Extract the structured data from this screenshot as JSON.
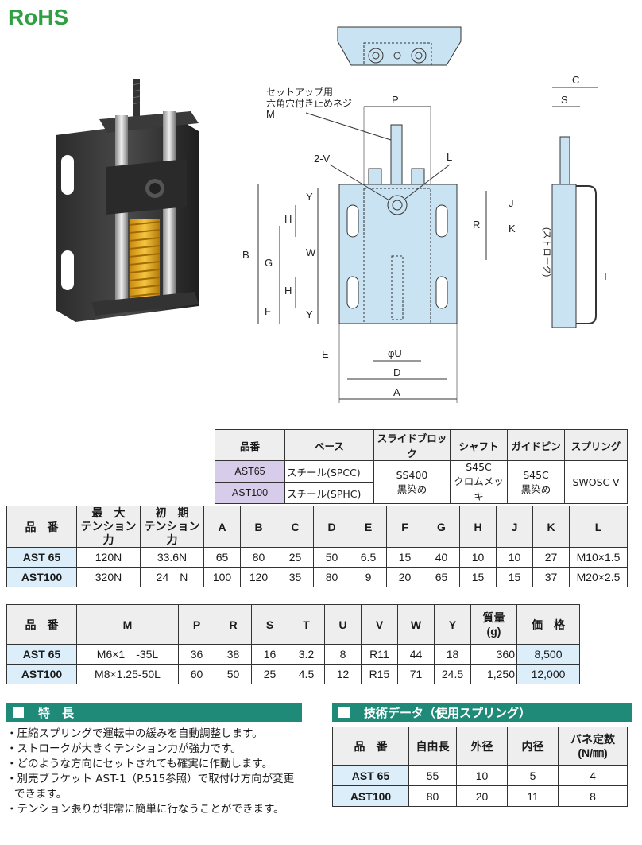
{
  "logo": "RoHS",
  "drawing": {
    "note_line1": "セットアップ用",
    "note_line2": "六角穴付き止めネジ",
    "note_line3": "M",
    "labels": {
      "P": "P",
      "C": "C",
      "S": "S",
      "V2": "2-V",
      "L": "L",
      "Y": "Y",
      "H": "H",
      "R": "R",
      "J": "J",
      "K": "K",
      "stroke": "(ストローク)",
      "B": "B",
      "W": "W",
      "G": "G",
      "F": "F",
      "T": "T",
      "E": "E",
      "U": "φU",
      "D": "D",
      "A": "A"
    }
  },
  "materials": {
    "headers": [
      "品番",
      "ベース",
      "スライドブロック",
      "シャフト",
      "ガイドピン",
      "スプリング"
    ],
    "rows": [
      {
        "model": "AST65",
        "base": "スチール(SPCC)"
      },
      {
        "model": "AST100",
        "base": "スチール(SPHC)"
      }
    ],
    "shared": {
      "slide_block_1": "SS400",
      "slide_block_2": "黒染め",
      "shaft_1": "S45C",
      "shaft_2": "クロムメッキ",
      "guide_pin_1": "S45C",
      "guide_pin_2": "黒染め",
      "spring": "SWOSC-V"
    }
  },
  "spec1": {
    "headers": {
      "model": "品　番",
      "max_tension_1": "最　大",
      "max_tension_2": "テンション力",
      "init_tension_1": "初　期",
      "init_tension_2": "テンション力",
      "A": "A",
      "B": "B",
      "C": "C",
      "D": "D",
      "E": "E",
      "F": "F",
      "G": "G",
      "H": "H",
      "J": "J",
      "K": "K",
      "L": "L"
    },
    "rows": [
      {
        "model": "AST 65",
        "max": "120N",
        "init": "33.6N",
        "A": "65",
        "B": "80",
        "C": "25",
        "D": "50",
        "E": "6.5",
        "F": "15",
        "G": "40",
        "H": "10",
        "J": "10",
        "K": "27",
        "L": "M10×1.5"
      },
      {
        "model": "AST100",
        "max": "320N",
        "init": "24　N",
        "A": "100",
        "B": "120",
        "C": "35",
        "D": "80",
        "E": "9",
        "F": "20",
        "G": "65",
        "H": "15",
        "J": "15",
        "K": "37",
        "L": "M20×2.5"
      }
    ]
  },
  "spec2": {
    "headers": {
      "model": "品　番",
      "M": "M",
      "P": "P",
      "R": "R",
      "S": "S",
      "T": "T",
      "U": "U",
      "V": "V",
      "W": "W",
      "Y": "Y",
      "mass_1": "質量",
      "mass_2": "(g)",
      "price": "価　格"
    },
    "rows": [
      {
        "model": "AST 65",
        "M": "M6×1　-35L",
        "P": "36",
        "R": "38",
        "S": "16",
        "T": "3.2",
        "U": "8",
        "V": "R11",
        "W": "44",
        "Y": "18",
        "mass": "360",
        "price": "8,500"
      },
      {
        "model": "AST100",
        "M": "M8×1.25-50L",
        "P": "60",
        "R": "50",
        "S": "25",
        "T": "4.5",
        "U": "12",
        "V": "R15",
        "W": "71",
        "Y": "24.5",
        "mass": "1,250",
        "price": "12,000"
      }
    ]
  },
  "features": {
    "title": "特　長",
    "items": [
      "・圧縮スプリングで運転中の緩みを自動調整します。",
      "・ストロークが大きくテンション力が強力です。",
      "・どのような方向にセットされても確実に作動します。",
      "・別売ブラケット AST-1（P.515参照）で取付け方向が変更できます。",
      "・テンション張りが非常に簡単に行なうことができます。"
    ]
  },
  "tech": {
    "title": "技術データ（使用スプリング）",
    "headers": {
      "model": "品　番",
      "free_length": "自由長",
      "od": "外径",
      "id": "内径",
      "rate_1": "バネ定数",
      "rate_2": "(N/㎜)"
    },
    "rows": [
      {
        "model": "AST 65",
        "free": "55",
        "od": "10",
        "id": "5",
        "rate": "4"
      },
      {
        "model": "AST100",
        "free": "80",
        "od": "20",
        "id": "11",
        "rate": "8"
      }
    ]
  },
  "colors": {
    "accent": "#1f8a78",
    "blueprint": "#c9e3f2",
    "rohs": "#2ea043"
  }
}
